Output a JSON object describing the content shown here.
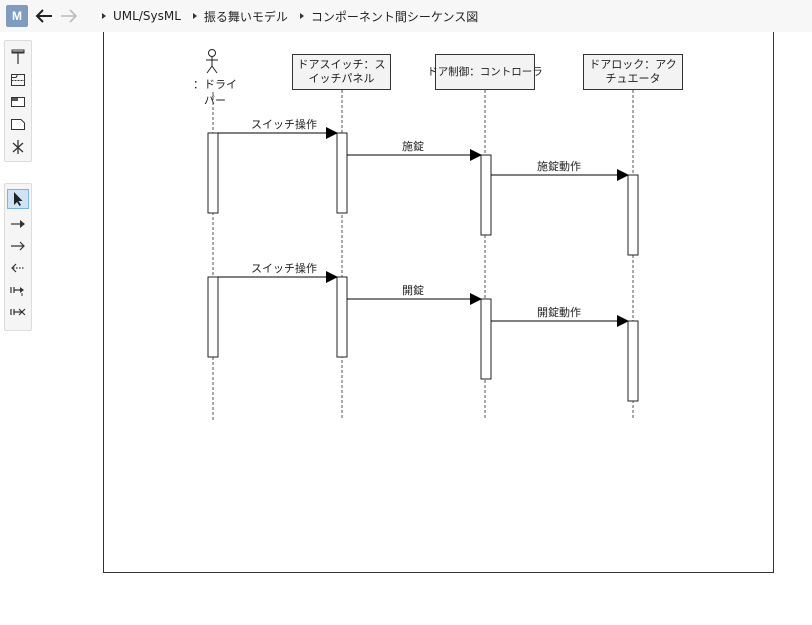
{
  "app": {
    "icon_letter": "M"
  },
  "breadcrumb": [
    "UML/SysML",
    "振る舞いモデル",
    "コンポーネント間シーケンス図"
  ],
  "toolbox": {
    "group1": [
      "lifeline-tool",
      "combined-fragment-tool",
      "interaction-use-tool",
      "note-tool",
      "destruction-tool"
    ],
    "group2": [
      "select-tool",
      "sync-message-tool",
      "async-message-tool",
      "reply-message-tool",
      "found-message-tool",
      "lost-message-tool"
    ]
  },
  "lifelines": [
    {
      "id": "driver",
      "label": "：ドライバー",
      "kind": "actor"
    },
    {
      "id": "switch",
      "label": "ドアスイッチ：スイッチパネル",
      "kind": "object"
    },
    {
      "id": "control",
      "label": "ドア制御：コントローラ",
      "kind": "object"
    },
    {
      "id": "lock",
      "label": "ドアロック：アクチュエータ",
      "kind": "object"
    }
  ],
  "messages": [
    {
      "label": "スイッチ操作",
      "from": "driver",
      "to": "switch"
    },
    {
      "label": "施錠",
      "from": "switch",
      "to": "control"
    },
    {
      "label": "施錠動作",
      "from": "control",
      "to": "lock"
    },
    {
      "label": "スイッチ操作",
      "from": "driver",
      "to": "switch"
    },
    {
      "label": "開錠",
      "from": "switch",
      "to": "control"
    },
    {
      "label": "開錠動作",
      "from": "control",
      "to": "lock"
    }
  ]
}
